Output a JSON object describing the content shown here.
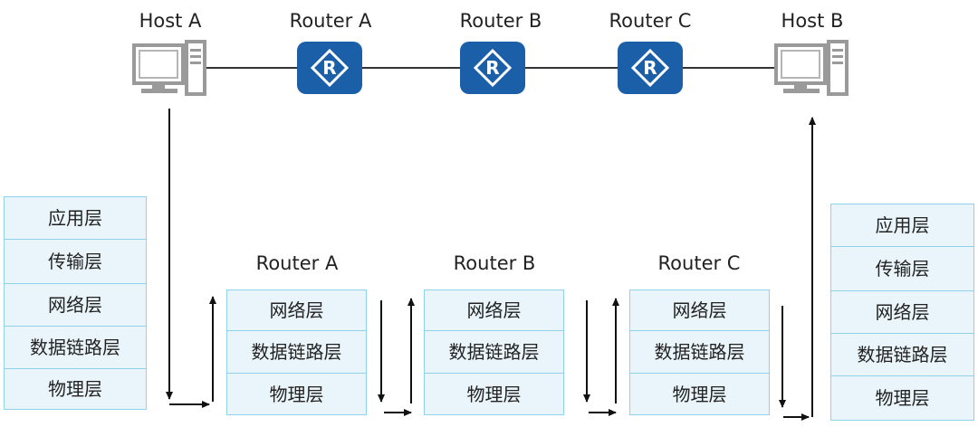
{
  "top": {
    "host_a": "Host A",
    "router_a": "Router A",
    "router_b": "Router B",
    "router_c": "Router C",
    "host_b": "Host B"
  },
  "stacks": {
    "host_a": {
      "layers": [
        "应用层",
        "传输层",
        "网络层",
        "数据链路层",
        "物理层"
      ]
    },
    "router_a": {
      "title": "Router A",
      "layers": [
        "网络层",
        "数据链路层",
        "物理层"
      ]
    },
    "router_b": {
      "title": "Router B",
      "layers": [
        "网络层",
        "数据链路层",
        "物理层"
      ]
    },
    "router_c": {
      "title": "Router C",
      "layers": [
        "网络层",
        "数据链路层",
        "物理层"
      ]
    },
    "host_b": {
      "layers": [
        "应用层",
        "传输层",
        "网络层",
        "数据链路层",
        "物理层"
      ]
    }
  },
  "router_icon_letter": "R",
  "colors": {
    "router_fill": "#1a5fa8",
    "layer_fill": "#eaf5fb",
    "layer_border": "#8fd3ea",
    "host_gray": "#9a9a9a"
  }
}
